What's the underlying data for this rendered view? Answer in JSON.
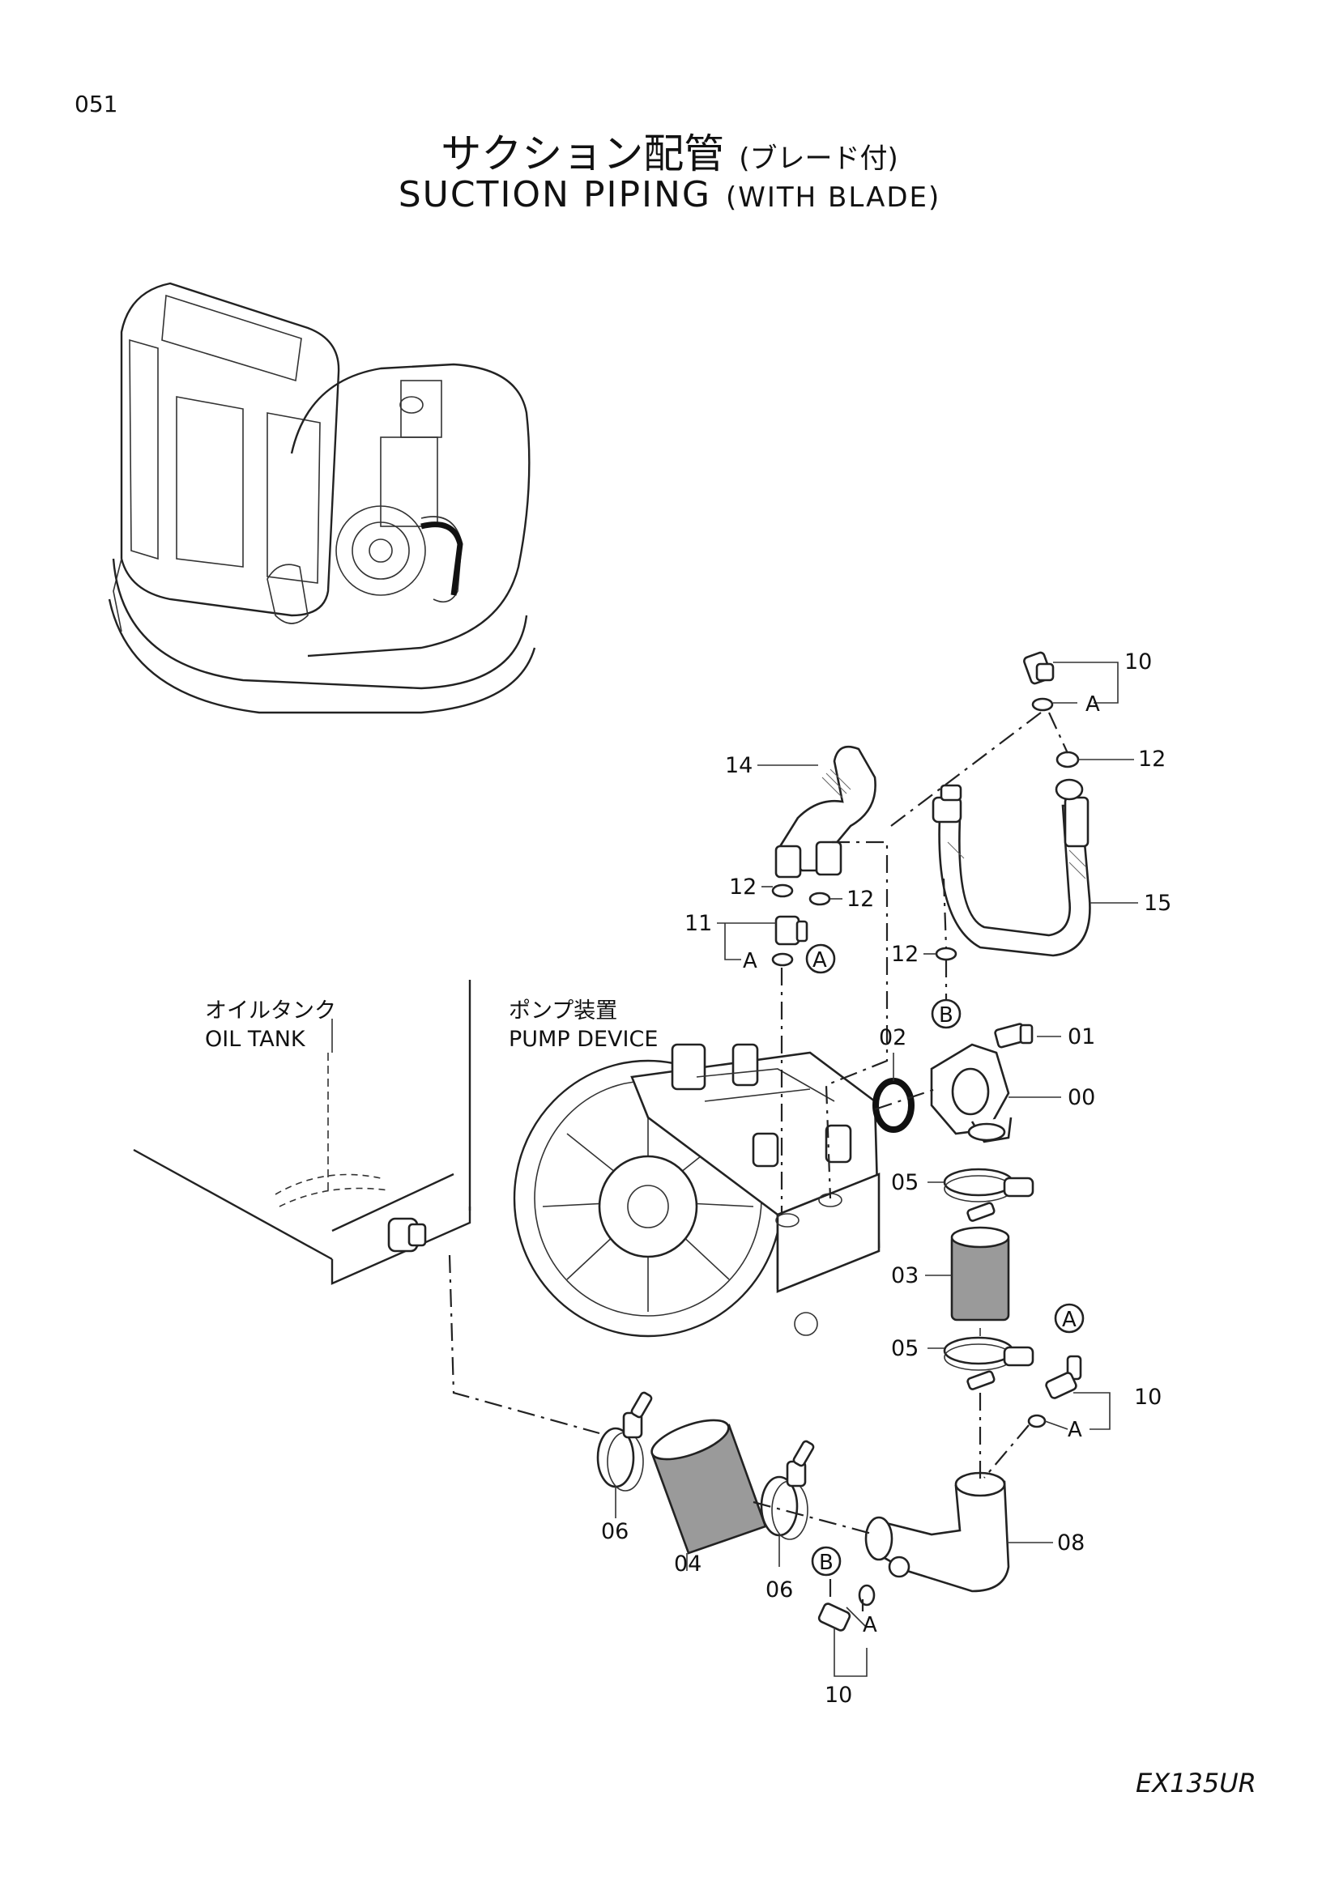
{
  "page_number": "051",
  "title_jp": "サクション配管",
  "title_jp_sub": "(ブレード付)",
  "title_en": "SUCTION PIPING",
  "title_en_sub": "(WITH BLADE)",
  "model": "EX135UR",
  "labels": {
    "oil_tank_jp": "オイルタンク",
    "oil_tank_en": "OIL TANK",
    "pump_device_jp": "ポンプ装置",
    "pump_device_en": "PUMP DEVICE"
  },
  "callouts": {
    "ref_a": "A",
    "ref_b": "B"
  },
  "part_numbers": {
    "p00": "00",
    "p01": "01",
    "p02": "02",
    "p03": "03",
    "p04": "04",
    "p05": "05",
    "p06": "06",
    "p08": "08",
    "p10": "10",
    "p11": "11",
    "p12": "12",
    "p14": "14",
    "p15": "15"
  }
}
